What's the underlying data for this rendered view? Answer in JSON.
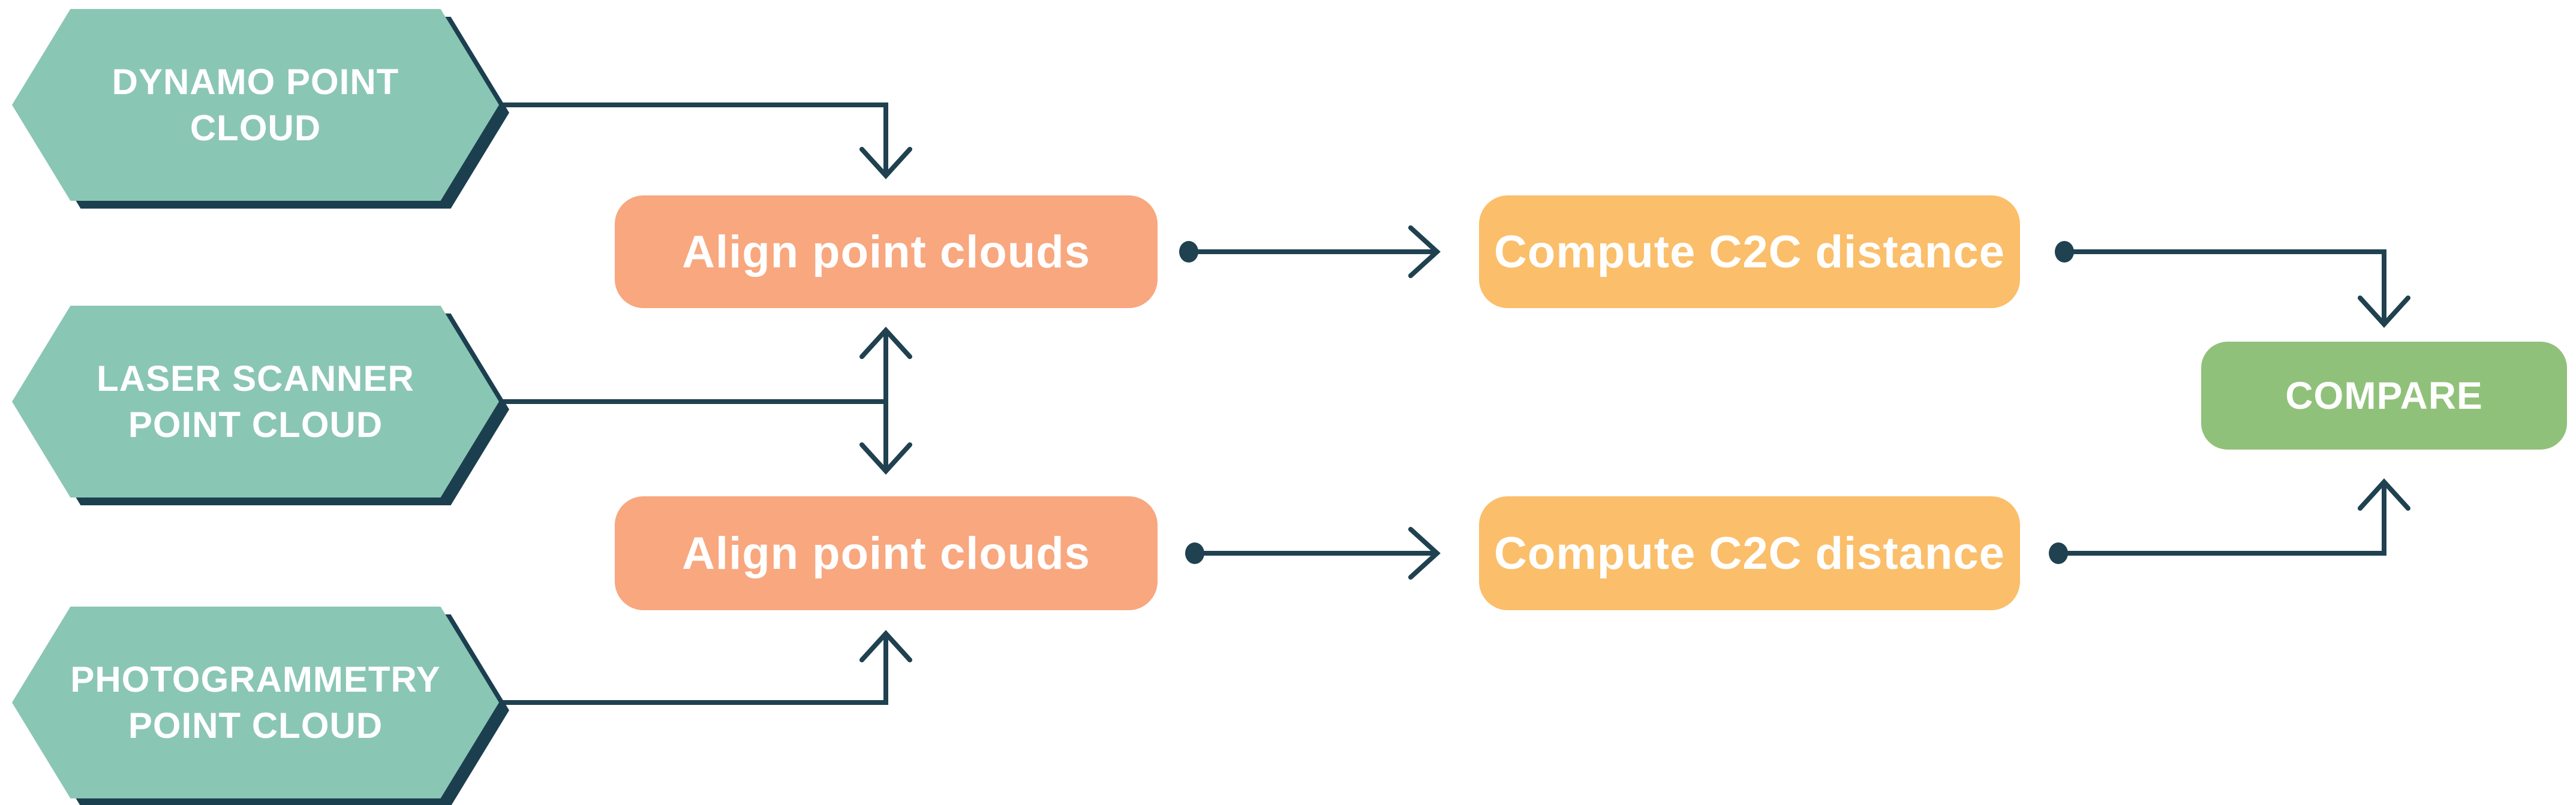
{
  "flowchart": {
    "colors": {
      "input_fill": "#8AC6B4",
      "input_shadow": "#1C3F50",
      "align_fill": "#F8A77F",
      "c2c_fill": "#FBBE6A",
      "compare_fill": "#90C17A",
      "connector": "#1F4150",
      "text_color": "#FFFFFF"
    },
    "inputs": [
      {
        "id": "dynamo",
        "lines": [
          "DYNAMO POINT",
          "CLOUD"
        ]
      },
      {
        "id": "laser-scanner",
        "lines": [
          "LASER SCANNER",
          "POINT CLOUD"
        ]
      },
      {
        "id": "photogrammetry",
        "lines": [
          "PHOTOGRAMMETRY",
          "POINT CLOUD"
        ]
      }
    ],
    "processes": {
      "align1": {
        "label": "Align point clouds"
      },
      "c2c1": {
        "label": "Compute C2C distance"
      },
      "align2": {
        "label": "Align point clouds"
      },
      "c2c2": {
        "label": "Compute C2C distance"
      },
      "compare": {
        "label": "COMPARE"
      }
    },
    "edges": [
      "dynamo -> align1",
      "laser-scanner -> align1",
      "laser-scanner -> align2",
      "photogrammetry -> align2",
      "align1 -> c2c1",
      "align2 -> c2c2",
      "c2c1 -> compare",
      "c2c2 -> compare"
    ]
  }
}
